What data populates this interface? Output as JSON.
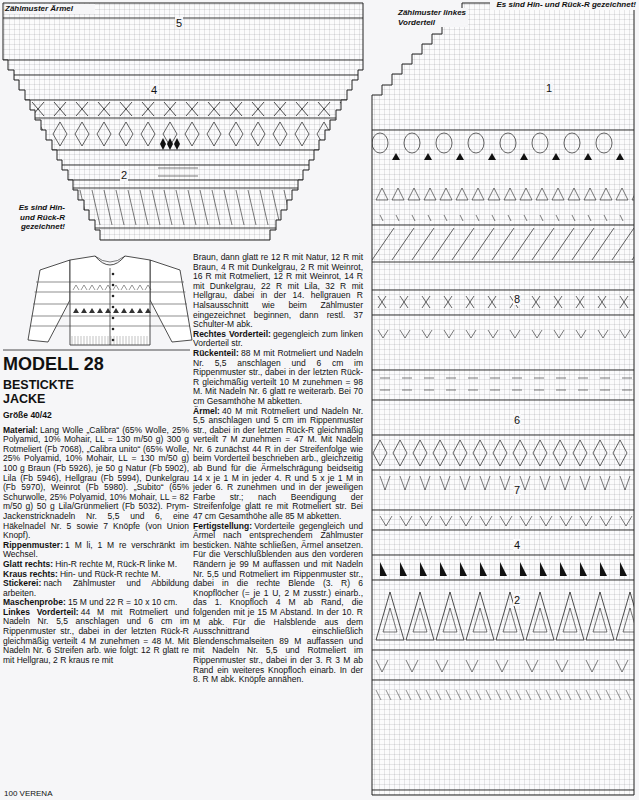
{
  "diagram": {
    "title": "MODELL 28",
    "labels": [
      "Es sind Hin- und Rück-R gezeichnet!",
      "Zählmuster Ärmel",
      "5",
      "4",
      "2",
      "Es sind Hin- und Rück-R gezeichnet!",
      "Zählmuster linkes Vorderteil",
      "1",
      "8",
      "6",
      "7",
      "4",
      "2",
      "BESTICKTE JACKE",
      "Größe 40/42",
      "Material:",
      "Lang Wolle „Calibra“ (65% Wolle, 25% Polyamid, 10% Mohair, LL = 130 m/50 g) 300 g Rotmeliert (Fb 7068), „Calibra unito“ (65% Wolle, 25% Polyamid, 10% Mohair, LL = 130 m/50 g) 100 g Braun (Fb 5926), je 50 g Natur (Fb 5902), Lila (Fb 5946), Hellgrau (Fb 5994), Dunkelgrau (Fb 5970), Weinrot (Fb 5980). „Subito“ (65% Schurwolle, 25% Polyamid, 10% Mohair, LL = 82 m/50 g) 50 g Lila/Grünmeliert (Fb 5032). Prym-Jackenstricknadeln Nr. 5,5 und 6, eine Häkelnadel Nr. 5 sowie 7 Knöpfe (von Union Knopf).",
      "Rippenmuster:",
      "1 M li, 1 M re verschränkt im Wechsel.",
      "Glatt rechts:",
      "Hin-R rechte M, Rück-R linke M.",
      "Kraus rechts:",
      "Hin- und Rück-R rechte M.",
      "Stickerei:",
      "nach Zählmuster und Abbildung arbeiten.",
      "Maschenprobe:",
      "15 M und 22 R = 10 x 10 cm.",
      "Linkes Vorderteil:",
      "44 M mit Rotmeliert und Nadeln Nr. 5,5 anschlagen und 6 cm im Rippenmuster str., dabei in der letzten Rück-R gleichmäßig verteilt 4 M zunehmen = 48 M. Mit Nadeln Nr. 6 Streifen arb. wie folgt: 12 R glatt re mit Hellgrau, 2 R kraus re mit",
      "Braun, dann glatt re 12 R mit Natur, 12 R mit Braun, 4 R mit Dunkelgrau, 2 R mit Weinrot, 16 R mit Rotmeliert, 12 R mit Weinrot, 14 R mit Dunkelgrau, 22 R mit Lila, 32 R mit Hellgrau, dabei in der 14. hellgrauen R Halsausschnitt wie beim Zählmuster eingezeichnet beginnen, dann restl. 37 Schulter-M abk.",
      "Rechtes Vorderteil:",
      "gegengleich zum linken Vorderteil str.",
      "Rückenteil:",
      "88 M mit Rotmeliert und Nadeln Nr. 5,5 anschlagen und 6 cm im Rippenmuster str., dabei in der letzten Rück-R gleichmäßig verteilt 10 M zunehmen = 98 M. Mit Nadeln Nr. 6 glatt re weiterarb. Bei 70 cm Gesamthöhe M abketten.",
      "Ärmel:",
      "40 M mit Rotmeliert und Nadeln Nr. 5,5 anschlagen und 5 cm im Rippenmuster str., dabei in der letzten Rück-R gleichmäßig verteilt 7 M zunehmen = 47 M. Mit Nadeln Nr. 6 zunächst 44 R in der Streifenfolge wie beim Vorderteil beschrieben arb., gleichzeitig ab Bund für die Ärmelschrägung beidseitig 14 x je 1 M in jeder 4. R und 5 x je 1 M in jeder 6. R zunehmen und in der jeweiligen Farbe str.; nach Beendigung der Streifenfolge glatt re mit Rotmeliert str. Bei 47 cm Gesamthöhe alle 85 M abketten.",
      "Fertigstellung:",
      "Vorderteile gegengleich und Ärmel nach entsprechendem Zählmuster besticken. Nähte schließen, Ärmel ansetzen. Für die Verschlußblenden aus den vorderen Rändern je 99 M auffassen und mit Nadeln Nr. 5,5 und Rotmeliert im Rippenmuster str., dabei in die rechte Blende (3. R) 6 Knopflöcher (= je 1 U, 2 M zusstr.) einarb., das 1. Knopfloch 4 M ab Rand, die folgenden mit je 15 M Abstand. In der 10. R M abk. Für die Halsblende aus dem Ausschnittrand einschließlich Blendenschmalseiten 89 M auffassen und mit Nadeln Nr. 5,5 und Rotmeliert im Rippenmuster str., dabei in der 3. R 3 M ab Rand ein weiteres Knopfloch einarb. In der 8. R M abk. Knöpfe annähen.",
      "100 VERENA"
    ]
  }
}
